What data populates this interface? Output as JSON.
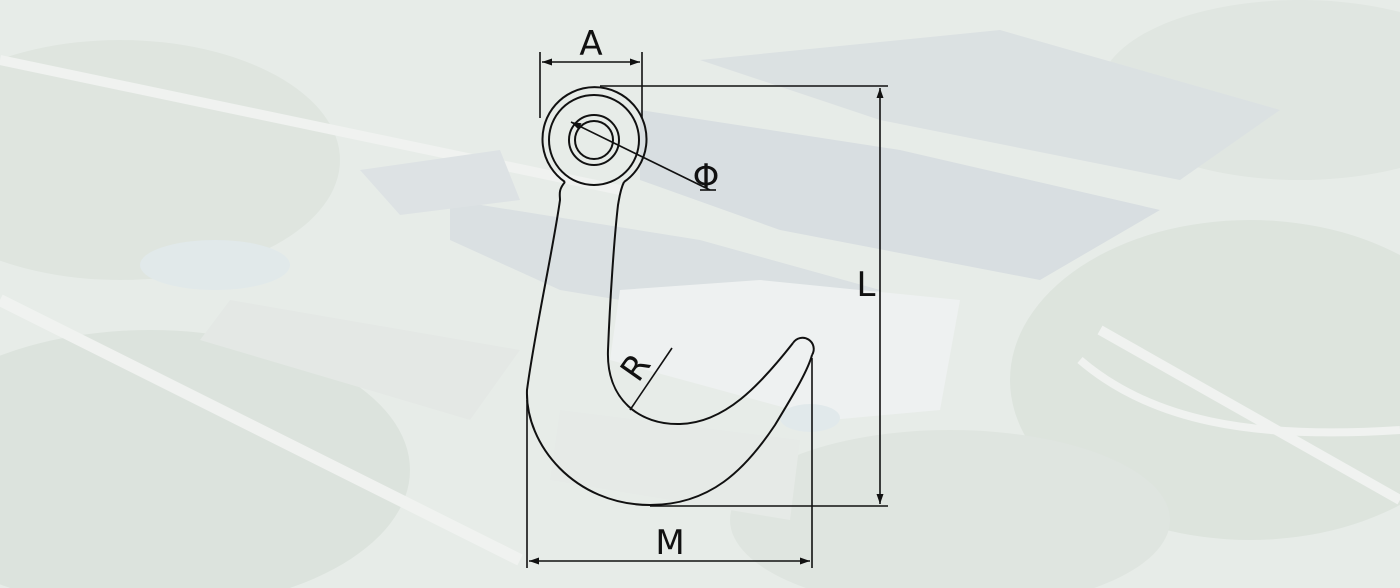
{
  "diagram": {
    "subject": "hook",
    "dimensions": [
      {
        "key": "A",
        "label": "A"
      },
      {
        "key": "phi",
        "label": "Φ"
      },
      {
        "key": "L",
        "label": "L"
      },
      {
        "key": "R",
        "label": "R"
      },
      {
        "key": "M",
        "label": "M"
      }
    ]
  },
  "colors": {
    "line": "#111111",
    "background_wash": "#f2f4f2"
  }
}
